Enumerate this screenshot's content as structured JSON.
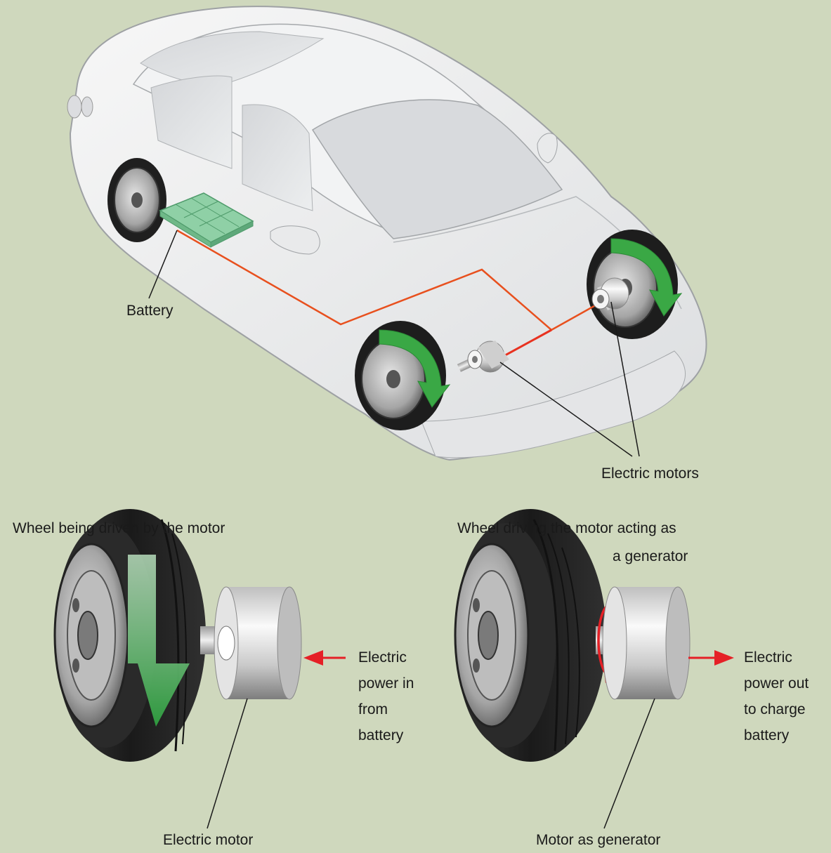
{
  "labels": {
    "battery": "Battery",
    "electric_motors": "Electric motors",
    "wheel_driven": "Wheel being driven by the motor",
    "wheel_driving_line1": "Wheel driving the motor acting as",
    "wheel_driving_line2": "a generator",
    "power_in": [
      "Electric",
      "power in",
      "from",
      "battery"
    ],
    "power_out": [
      "Electric",
      "power out",
      "to charge",
      "battery"
    ],
    "electric_motor": "Electric motor",
    "motor_as_generator": "Motor as generator"
  },
  "colors": {
    "background": "#cfd8bd",
    "car_body": "#eeeff0",
    "battery": "#8fd0a6",
    "wire": "#e8501e",
    "rotation_arrow": "#3aa845",
    "power_arrow": "#e52026",
    "tire": "#1e1e1e",
    "rim": "#8a8a8a",
    "motor": "#d6d6d6"
  },
  "icons": {
    "car": "car-illustration",
    "battery": "battery-pack-icon",
    "motor": "motor-cylinder-icon",
    "wheel": "wheel-icon",
    "rotation": "rotation-arrow-icon",
    "power_in": "arrow-left-icon",
    "power_out": "arrow-right-icon"
  }
}
